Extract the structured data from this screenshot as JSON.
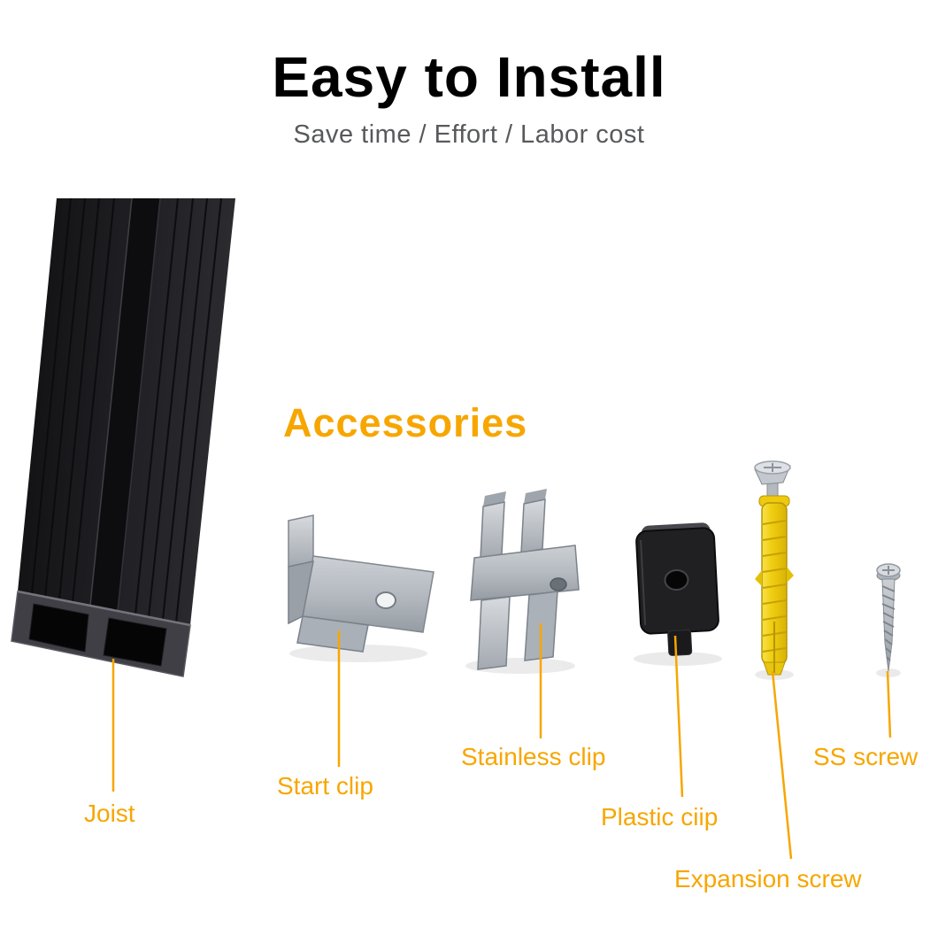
{
  "header": {
    "title": "Easy to Install",
    "subtitle": "Save time / Effort / Labor cost"
  },
  "accessories": {
    "heading": "Accessories"
  },
  "parts": {
    "joist": {
      "label": "Joist"
    },
    "start_clip": {
      "label": "Start clip"
    },
    "stainless_clip": {
      "label": "Stainless clip"
    },
    "plastic_clip": {
      "label": "Plastic ciip"
    },
    "expansion_screw": {
      "label": "Expansion screw"
    },
    "ss_screw": {
      "label": "SS screw"
    }
  },
  "colors": {
    "accent_orange": "#F7A600",
    "title_text": "#000000",
    "subtitle_text": "#58595B",
    "joist_black": "#1D1D21",
    "metal_gray": "#B4BAC0",
    "anchor_yellow": "#F0CD10"
  }
}
